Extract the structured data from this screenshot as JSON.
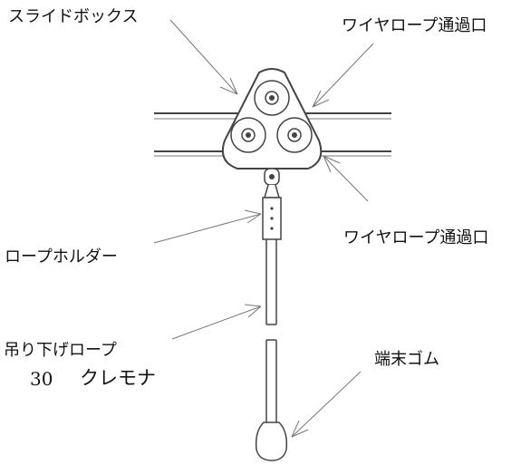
{
  "labels": {
    "slide_box": "スライドボックス",
    "wire_top": "ワイヤロープ通過口",
    "wire_bottom": "ワイヤロープ通過口",
    "rope_holder": "ロープホルダー",
    "hanging_rope": "吊り下げロープ",
    "end_rubber": "端末ゴム",
    "size_number": "30",
    "model_name": "クレモナ"
  },
  "colors": {
    "line": "#555555",
    "wire": "#444444",
    "text": "#111111"
  }
}
